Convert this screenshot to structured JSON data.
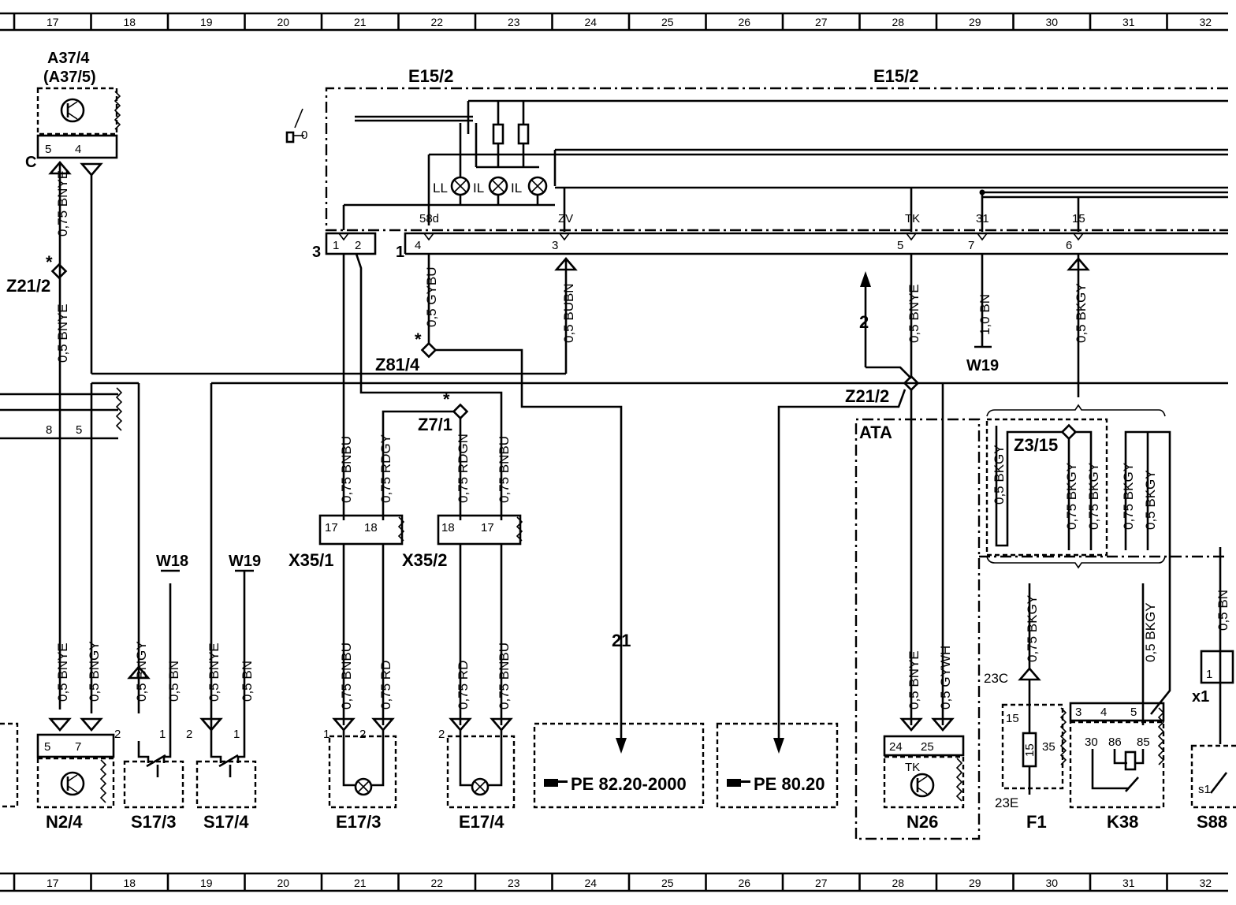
{
  "grid": {
    "columns": [
      "17",
      "18",
      "19",
      "20",
      "21",
      "22",
      "23",
      "24",
      "25",
      "26",
      "27",
      "28",
      "29",
      "30",
      "31",
      "32"
    ]
  },
  "components": {
    "a37_4": "A37/4",
    "a37_5": "(A37/5)",
    "e15_2_left": "E15/2",
    "e15_2_right": "E15/2",
    "z21_2_left": "Z21/2",
    "z81_4": "Z81/4",
    "z7_1": "Z7/1",
    "z21_2_mid": "Z21/2",
    "z3_15": "Z3/15",
    "x35_1": "X35/1",
    "x35_2": "X35/2",
    "w18": "W18",
    "w19_left": "W19",
    "w19_right": "W19",
    "ata": "ATA",
    "n2_4": "N2/4",
    "s17_3": "S17/3",
    "s17_4": "S17/4",
    "e17_3": "E17/3",
    "e17_4": "E17/4",
    "n26": "N26",
    "f1": "F1",
    "k38": "K38",
    "s88": "S88",
    "ref1": "PE  82.20-2000",
    "ref2": "PE  80.20",
    "ref_arrow_21": "21",
    "ref_arrow_2": "2",
    "connector_c": "C",
    "connector_x1": "x1"
  },
  "terminals": {
    "t58d": "58d",
    "tzv": "ZV",
    "ttk": "TK",
    "t31": "31",
    "t15": "15",
    "ll": "LL",
    "il1": "IL",
    "il2": "IL",
    "tk_n26": "TK",
    "t23c": "23C",
    "t23e": "23E",
    "s1": "s1"
  },
  "pins": {
    "a37_5": "5",
    "a37_4": "4",
    "e15_1": "1",
    "e15_2": "2",
    "e15_3": "3",
    "e15_conn1": "1",
    "e15_4": "4",
    "e15_p3": "3",
    "e15_5": "5",
    "e15_7": "7",
    "e15_6": "6",
    "n2_8": "8",
    "n2_5b": "5",
    "n2_5": "5",
    "n2_7": "7",
    "s173_2": "2",
    "s173_1": "1",
    "s174_2": "2",
    "s174_1": "1",
    "x351_17": "17",
    "x351_18": "18",
    "x352_18": "18",
    "x352_17": "17",
    "e173_1": "1",
    "e173_2": "2",
    "e174_2": "2",
    "n26_24": "24",
    "n26_25": "25",
    "f1_15": "15",
    "f1_35": "35",
    "k38_3": "3",
    "k38_4": "4",
    "k38_5": "5",
    "k38_30": "30",
    "k38_86": "86",
    "k38_85": "85",
    "s88_1": "1"
  },
  "wires": {
    "w1": "0,75  BNYE",
    "w2": "0,5  BNYE",
    "w3": "0,5  GYBU",
    "w4": "0,5  BUBN",
    "w5": "0,5  BNYE",
    "w6": "1,0  BN",
    "w7": "0,5  BKGY",
    "w8": "0,75  BNBU",
    "w9": "0,75  RDGY",
    "w10": "0,75  RDGN",
    "w11": "0,75  BNBU",
    "w12": "0,5  BKGY",
    "w13": "0,75  BKGY",
    "w14": "0,75  BKGY",
    "w15": "0,75  BKGY",
    "w16": "0,5  BKGY",
    "w17": "0,5  BNYE",
    "w18": "0,5  BNGY",
    "w19": "0,5  BNGY",
    "w20": "0,5  BN",
    "w21": "0,5  BNYE",
    "w22": "0,5  BN",
    "w23": "0,75  BNBU",
    "w24": "0,75  RD",
    "w25": "0,75  RD",
    "w26": "0,75  BNBU",
    "w27": "0,5  BNYE",
    "w28": "0,5  GYWH",
    "w29": "0,75  BKGY",
    "w30": "0,5  BKGY",
    "w31": "0,5  BN"
  },
  "marks": {
    "star": "*"
  }
}
